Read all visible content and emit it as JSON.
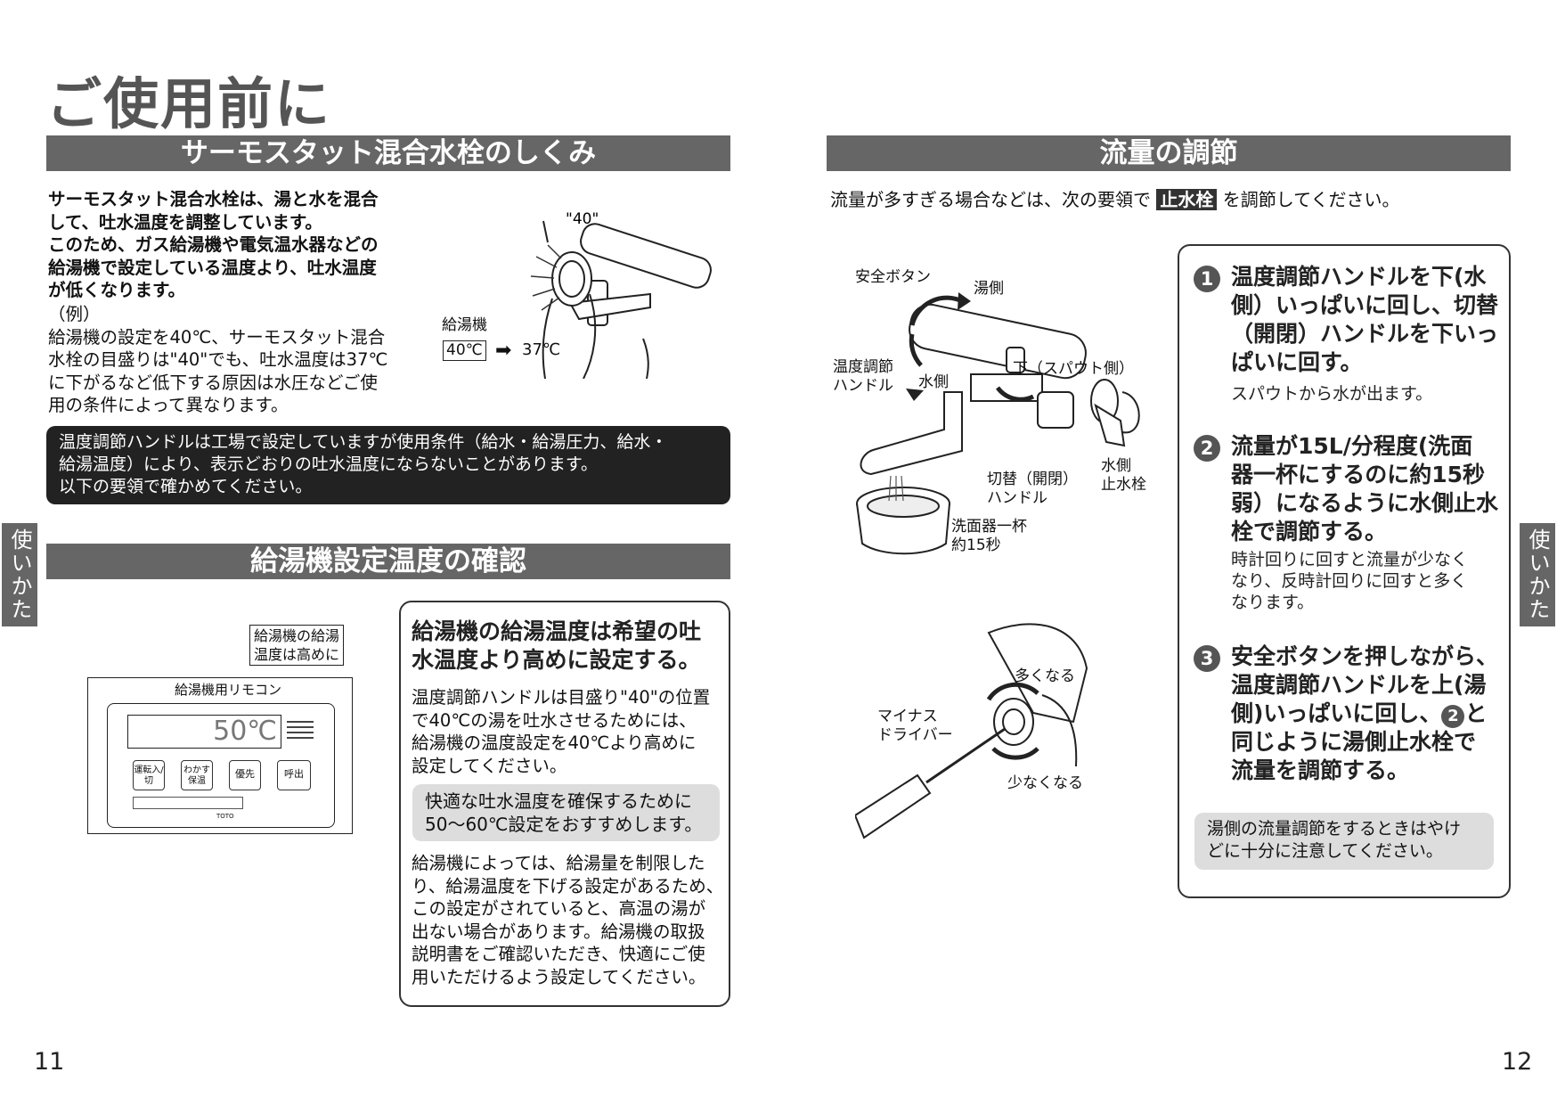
{
  "page_title": "ご使用前に",
  "left": {
    "section1_title": "サーモスタット混合水栓のしくみ",
    "intro_bold": [
      "サーモスタット混合水栓は、湯と水を混合",
      "して、吐水温度を調整しています。",
      "このため、ガス給湯機や電気温水器などの",
      "給湯機で設定している温度より、吐水温度",
      "が低くなります。"
    ],
    "example_label": "（例）",
    "example_lines": [
      "給湯機の設定を40℃、サーモスタット混合",
      "水栓の目盛りは\"40\"でも、吐水温度は37℃",
      "に下がるなど低下する原因は水圧などご使",
      "用の条件によって異なります。"
    ],
    "fig1": {
      "dial_label": "\"40\"",
      "heater_label": "給湯機",
      "heater_temp": "40℃",
      "out_temp": "37℃"
    },
    "notice_lines": [
      "温度調節ハンドルは工場で設定していますが使用条件（給水・給湯圧力、給水・",
      "給湯温度）により、表示どおりの吐水温度にならないことがあります。",
      "以下の要領で確かめてください。"
    ],
    "section2_title": "給湯機設定温度の確認",
    "remote": {
      "callout": [
        "給湯機の給湯",
        "温度は高めに"
      ],
      "title": "給湯機用リモコン",
      "display": "50℃",
      "buttons": [
        "運転入/切",
        "わかす保温",
        "優先",
        "呼出"
      ],
      "brand": "TOTO"
    },
    "box": {
      "heading": [
        "給湯機の給湯温度は希望の吐",
        "水温度より高めに設定する。"
      ],
      "body1": [
        "温度調節ハンドルは目盛り\"40\"の位置",
        "で40℃の湯を吐水させるためには、",
        "給湯機の温度設定を40℃より高めに",
        "設定してください。"
      ],
      "tip": [
        "快適な吐水温度を確保するために",
        "50～60℃設定をおすすめします。"
      ],
      "body2": [
        "給湯機によっては、給湯量を制限した",
        "り、給湯温度を下げる設定があるため、",
        "この設定がされていると、高温の湯が",
        "出ない場合があります。給湯機の取扱",
        "説明書をご確認いただき、快適にご使",
        "用いただけるよう設定してください。"
      ]
    },
    "side_tab": "使いかた",
    "page_number": "11"
  },
  "right": {
    "section_title": "流量の調節",
    "intro_pre": "流量が多すぎる場合などは、次の要領で",
    "intro_key": "止水栓",
    "intro_post": "を調節してください。",
    "fig2": {
      "safety_button": "安全ボタン",
      "hot_side": "湯側",
      "temp_handle": [
        "温度調節",
        "ハンドル"
      ],
      "cold_side": "水側",
      "down_spout": "下（スパウト側）",
      "switch_handle": [
        "切替（開閉）",
        "ハンドル"
      ],
      "cold_stop": [
        "水側",
        "止水栓"
      ],
      "basin": [
        "洗面器一杯",
        "約15秒"
      ]
    },
    "fig3": {
      "more": "多くなる",
      "less": "少なくなる",
      "driver": [
        "マイナス",
        "ドライバー"
      ]
    },
    "steps": [
      {
        "num": "1",
        "title": [
          "温度調節ハンドルを下(水",
          "側）いっぱいに回し、切替",
          "（開閉）ハンドルを下いっ",
          "ぱいに回す。"
        ],
        "sub": [
          "スパウトから水が出ます。"
        ]
      },
      {
        "num": "2",
        "title": [
          "流量が15L/分程度(洗面",
          "器一杯にするのに約15秒",
          "弱）になるように水側止水",
          "栓で調節する。"
        ],
        "sub": [
          "時計回りに回すと流量が少なく",
          "なり、反時計回りに回すと多く",
          "なります。"
        ]
      },
      {
        "num": "3",
        "title": [
          "安全ボタンを押しながら、",
          "温度調節ハンドルを上(湯",
          "側)いっぱいに回し、",
          "同じように湯側止水栓で",
          "流量を調節する。"
        ],
        "inline_ref": "2",
        "title3_post": "と",
        "sub": []
      }
    ],
    "caution": [
      "湯側の流量調節をするときはやけ",
      "どに十分に注意してください。"
    ],
    "side_tab": "使いかた",
    "page_number": "12"
  }
}
